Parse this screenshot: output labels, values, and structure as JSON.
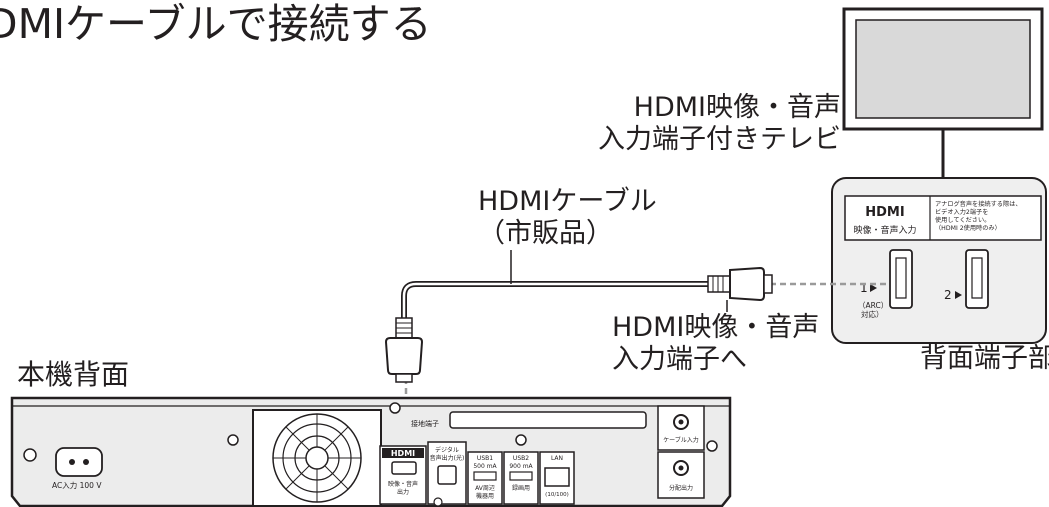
{
  "page_title": "DMIケーブルで接続する",
  "tv_label": [
    "HDMI映像・音声",
    "入力端子付きテレビ"
  ],
  "cable_label": [
    "HDMIケーブル",
    "（市販品）"
  ],
  "input_label": [
    "HDMI映像・音声",
    "入力端子へ"
  ],
  "rear_panel_label": "背面端子部",
  "device_rear_label": "本機背面",
  "tv_panel": {
    "hdmi_logo": "HDMI",
    "hdmi_caption": "映像・音声入力",
    "note": [
      "アナログ音声を接続する際は、",
      "ビデオ入力2端子を",
      "使用してください。",
      "（HDMI 2使用時のみ）"
    ],
    "port1": "1",
    "port1_arc": [
      "（ARC）",
      "対応）"
    ],
    "port2": "2"
  },
  "device": {
    "ac_label": "AC入力 100 V",
    "hdmi_logo": "HDMI",
    "hdmi_caption": [
      "映像・音声",
      "出力"
    ],
    "digital_label": [
      "デジタル",
      "音声出力(光)"
    ],
    "usb1": [
      "USB1",
      "500 mA",
      "AV周辺",
      "機器用"
    ],
    "usb2": [
      "USB2",
      "900 mA",
      "録画用"
    ],
    "lan": [
      "LAN",
      "(10/100)"
    ],
    "cable_in": "ケーブル入力",
    "dist_out": "分配出力",
    "ground_label": "接地端子"
  },
  "colors": {
    "line": "#231f20",
    "panel_fill": "#efefef",
    "device_fill": "#ececec",
    "panel_gray": "#d9d9d9"
  }
}
